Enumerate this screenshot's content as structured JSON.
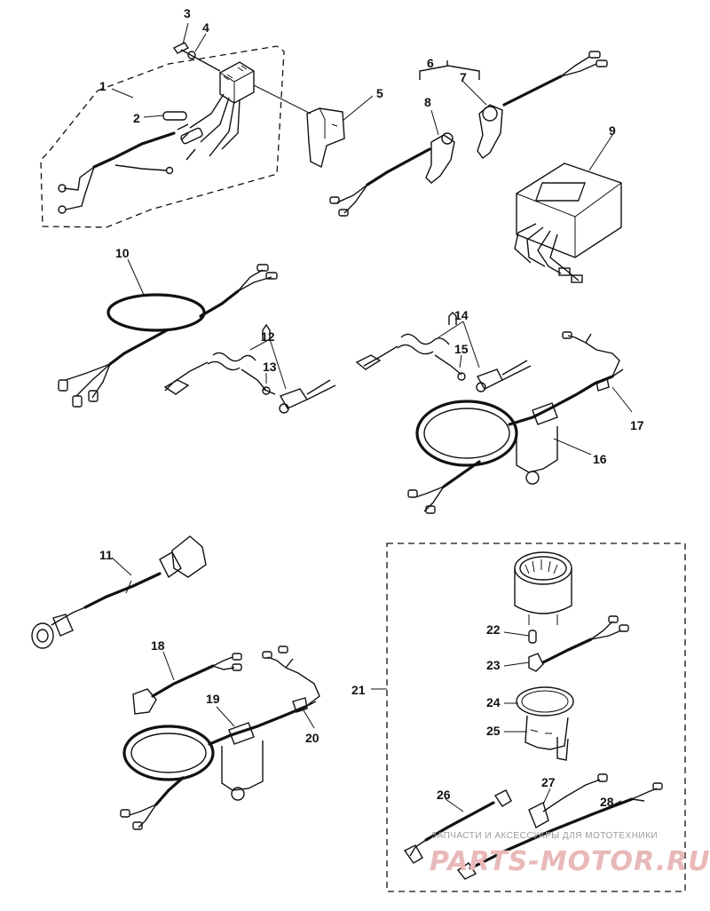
{
  "callouts": {
    "c1": "1",
    "c2": "2",
    "c3": "3",
    "c4": "4",
    "c5": "5",
    "c6": "6",
    "c7": "7",
    "c8": "8",
    "c9": "9",
    "c10": "10",
    "c11": "11",
    "c12": "12",
    "c13": "13",
    "c14": "14",
    "c15": "15",
    "c16": "16",
    "c17": "17",
    "c18": "18",
    "c19": "19",
    "c20": "20",
    "c21": "21",
    "c22": "22",
    "c23": "23",
    "c24": "24",
    "c25": "25",
    "c26": "26",
    "c27": "27",
    "c28": "28"
  },
  "watermark": {
    "tagline": "ЗАПЧАСТИ И АКСЕССУАРЫ ДЛЯ МОТОТЕХНИКИ",
    "brand": "PARTS-MOTOR.RU"
  }
}
